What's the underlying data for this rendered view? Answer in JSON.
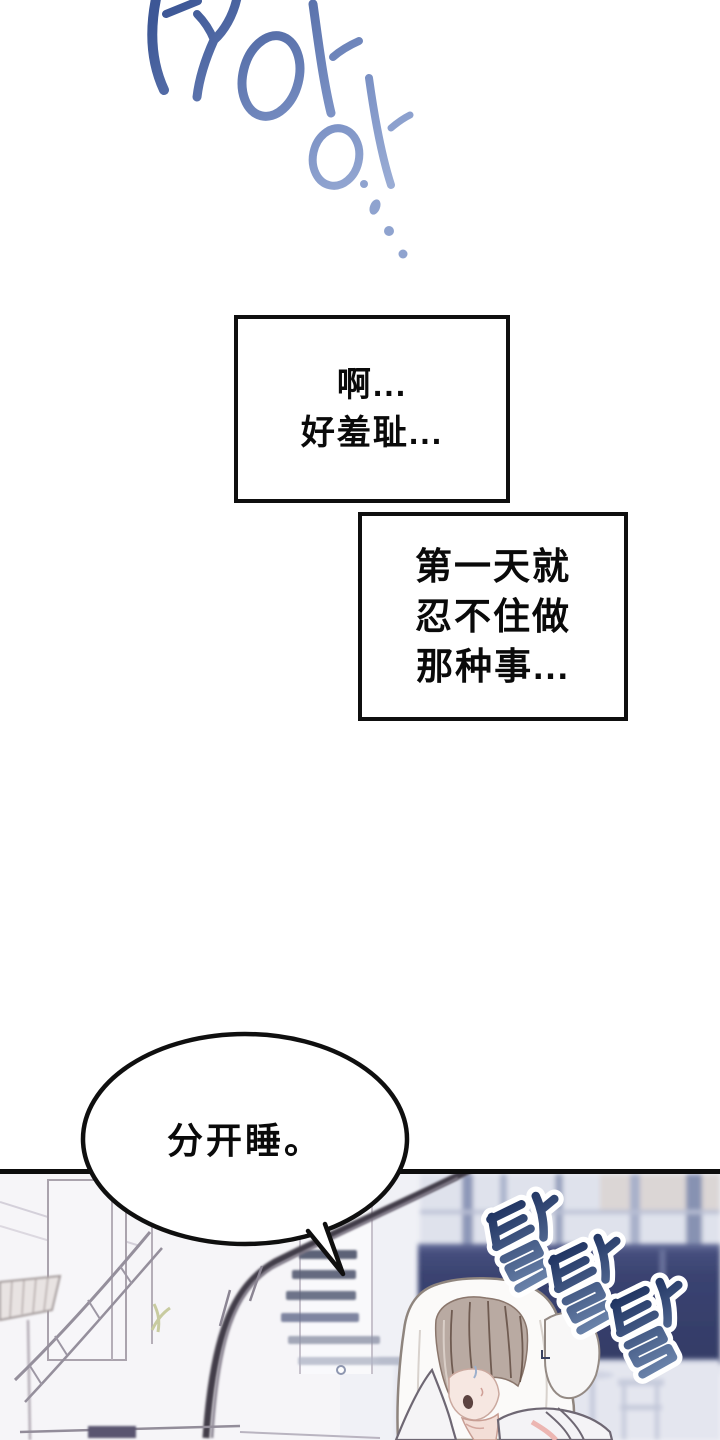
{
  "page": {
    "background": "#ffffff",
    "panel_border_color": "#0d0d0d"
  },
  "sfx_top": {
    "text": "하아아",
    "meaning": "sigh sound effect (hand-lettered, fading blue)",
    "color_start": "#3d5796",
    "color_end": "#aebedf"
  },
  "narration_boxes": [
    {
      "lines": "啊...\n好羞耻..."
    },
    {
      "lines": "第一天就\n忍不住做\n那种事..."
    }
  ],
  "speech_bubble": {
    "text": "分开睡。"
  },
  "sfx_bottom": {
    "text": "탈탈탈",
    "meaning": "rub-rub-rub toweling sound effect",
    "color_start": "#1e3260",
    "color_end": "#7089b0",
    "outline": "#ffffff"
  },
  "scene_colors": {
    "navy_band": "#3a4371",
    "panel_base": "#f0f1f6",
    "rail_dark": "#423d49",
    "hair": "#b9aaa2",
    "skin": "#f6e7e1",
    "towel": "#fbfaf9"
  }
}
